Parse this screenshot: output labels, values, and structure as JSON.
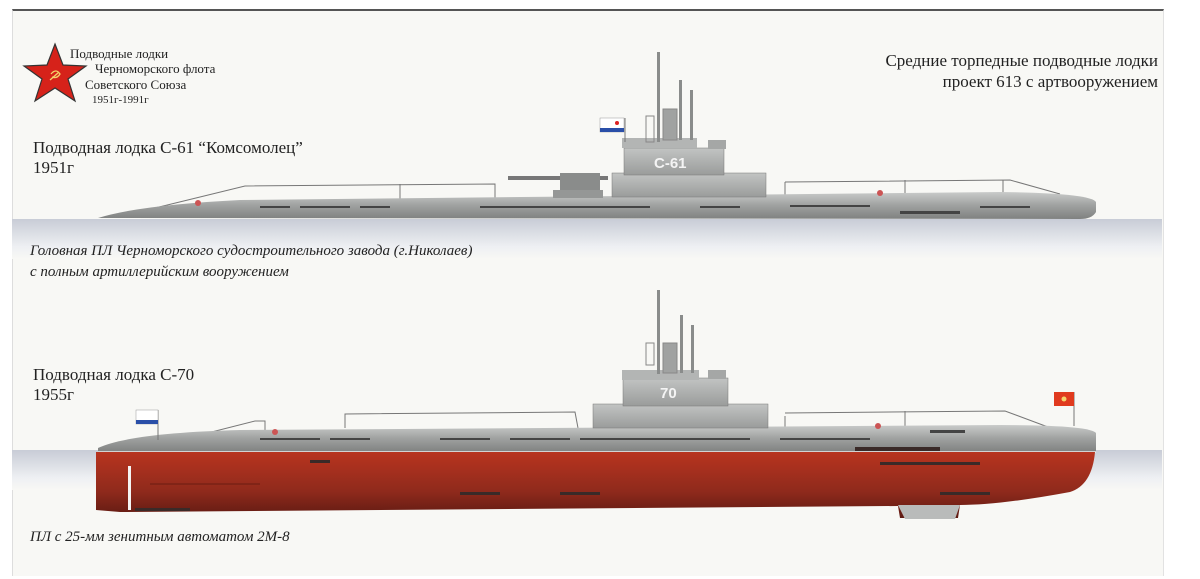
{
  "header": {
    "emblem": "red-star-hammer-sickle-icon",
    "emblem_lines": [
      "Подводные лодки",
      "Черноморского флота",
      "Советского Союза",
      "1951г-1991г"
    ],
    "title_right_lines": [
      "Средние торпедные подводные лодки",
      "проект 613 с артвооружением"
    ]
  },
  "boats": [
    {
      "title": "Подводная лодка С-61 “Комсомолец”",
      "year": "1951г",
      "hull_number": "С-61",
      "caption_lines": [
        "Головная ПЛ Черноморского судостроительного завода (г.Николаев)",
        "с полным артиллерийским вооружением"
      ],
      "hull_color": "#9a9c9b",
      "flag": "naval-ensign-icon"
    },
    {
      "title": "Подводная лодка С-70",
      "year": "1955г",
      "hull_number": "70",
      "caption_lines": [
        "ПЛ с 25-мм зенитным автоматом 2М-8"
      ],
      "hull_color": "#8f2a1c",
      "flags": [
        "naval-ensign-icon",
        "jack-flag-icon"
      ]
    }
  ],
  "colors": {
    "background": "#f8f8f5",
    "text": "#222222",
    "star_red": "#d6221a",
    "deck_gray": "#a7a9a8",
    "red_hull": "#a8301e"
  }
}
